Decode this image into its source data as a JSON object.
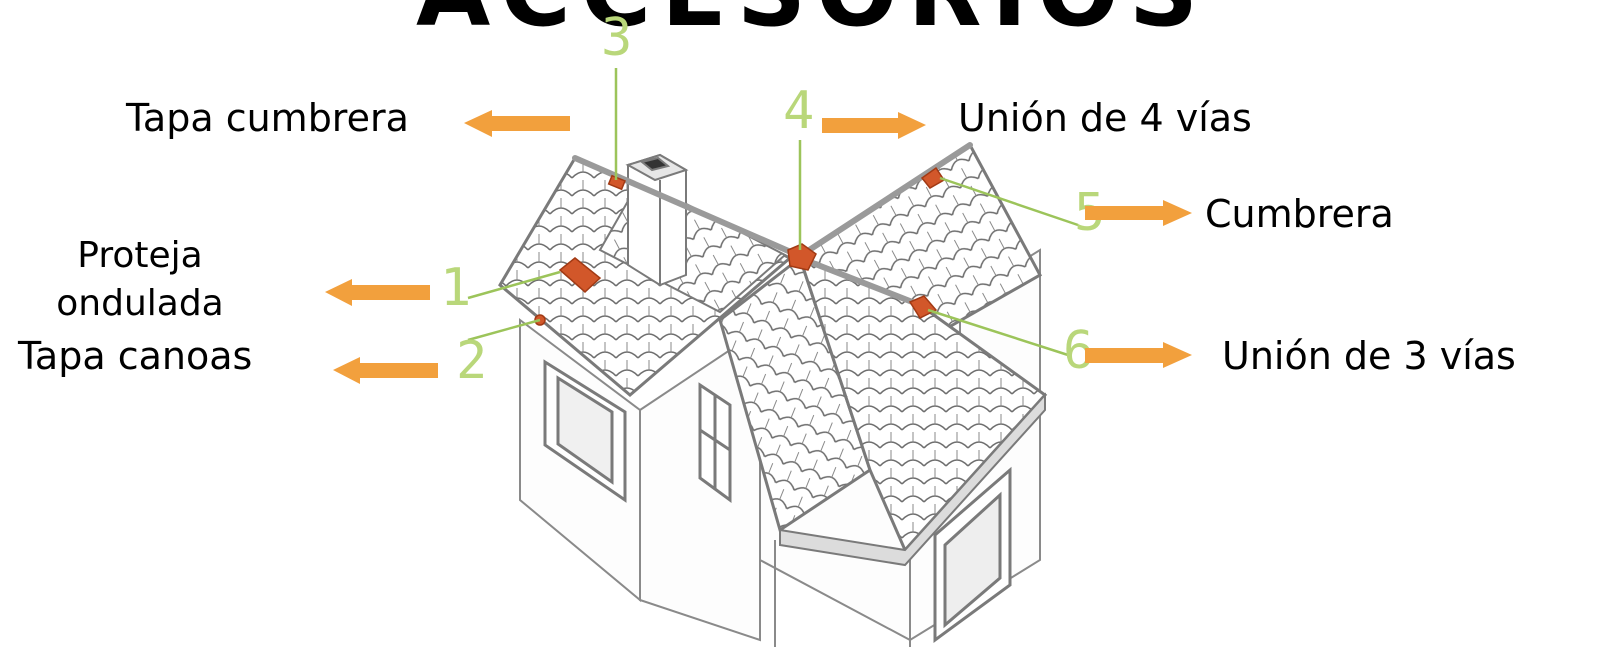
{
  "title": "ACCESORIOS",
  "callouts": [
    {
      "number": "1",
      "label": "Proteja ondulada",
      "line1": "Proteja",
      "line2": "ondulada"
    },
    {
      "number": "2",
      "label": "Tapa canoas"
    },
    {
      "number": "3",
      "label": "Tapa cumbrera"
    },
    {
      "number": "4",
      "label": "Unión de 4 vías"
    },
    {
      "number": "5",
      "label": "Cumbrera"
    },
    {
      "number": "6",
      "label": "Unión de 3 vías"
    }
  ],
  "colors": {
    "arrow": "#f2a03d",
    "leader": "#9cc45a",
    "accessory": "#d2572a",
    "roof_outline": "#7a7a7a"
  }
}
